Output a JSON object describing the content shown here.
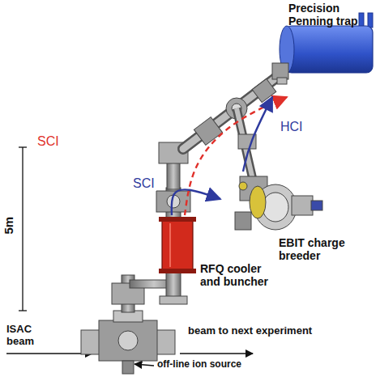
{
  "diagram": {
    "nodes": [
      {
        "text": [
          "Precision Penning trap"
        ]
      },
      {
        "text": [
          "EBIT charge breeder"
        ]
      },
      {
        "text": [
          "RFQ cooler and buncher"
        ]
      }
    ],
    "edges": [
      {
        "from": 2,
        "to": 0,
        "label": "SCI",
        "arrow": "to"
      },
      {
        "from": 2,
        "to": 1,
        "label": "SCI",
        "arrow": "to"
      },
      {
        "from": 1,
        "to": 0,
        "label": "HCI",
        "arrow": "to"
      }
    ],
    "labels": [
      "5m",
      "ISAC beam",
      "beam to next experiment",
      "off-line ion source"
    ]
  }
}
